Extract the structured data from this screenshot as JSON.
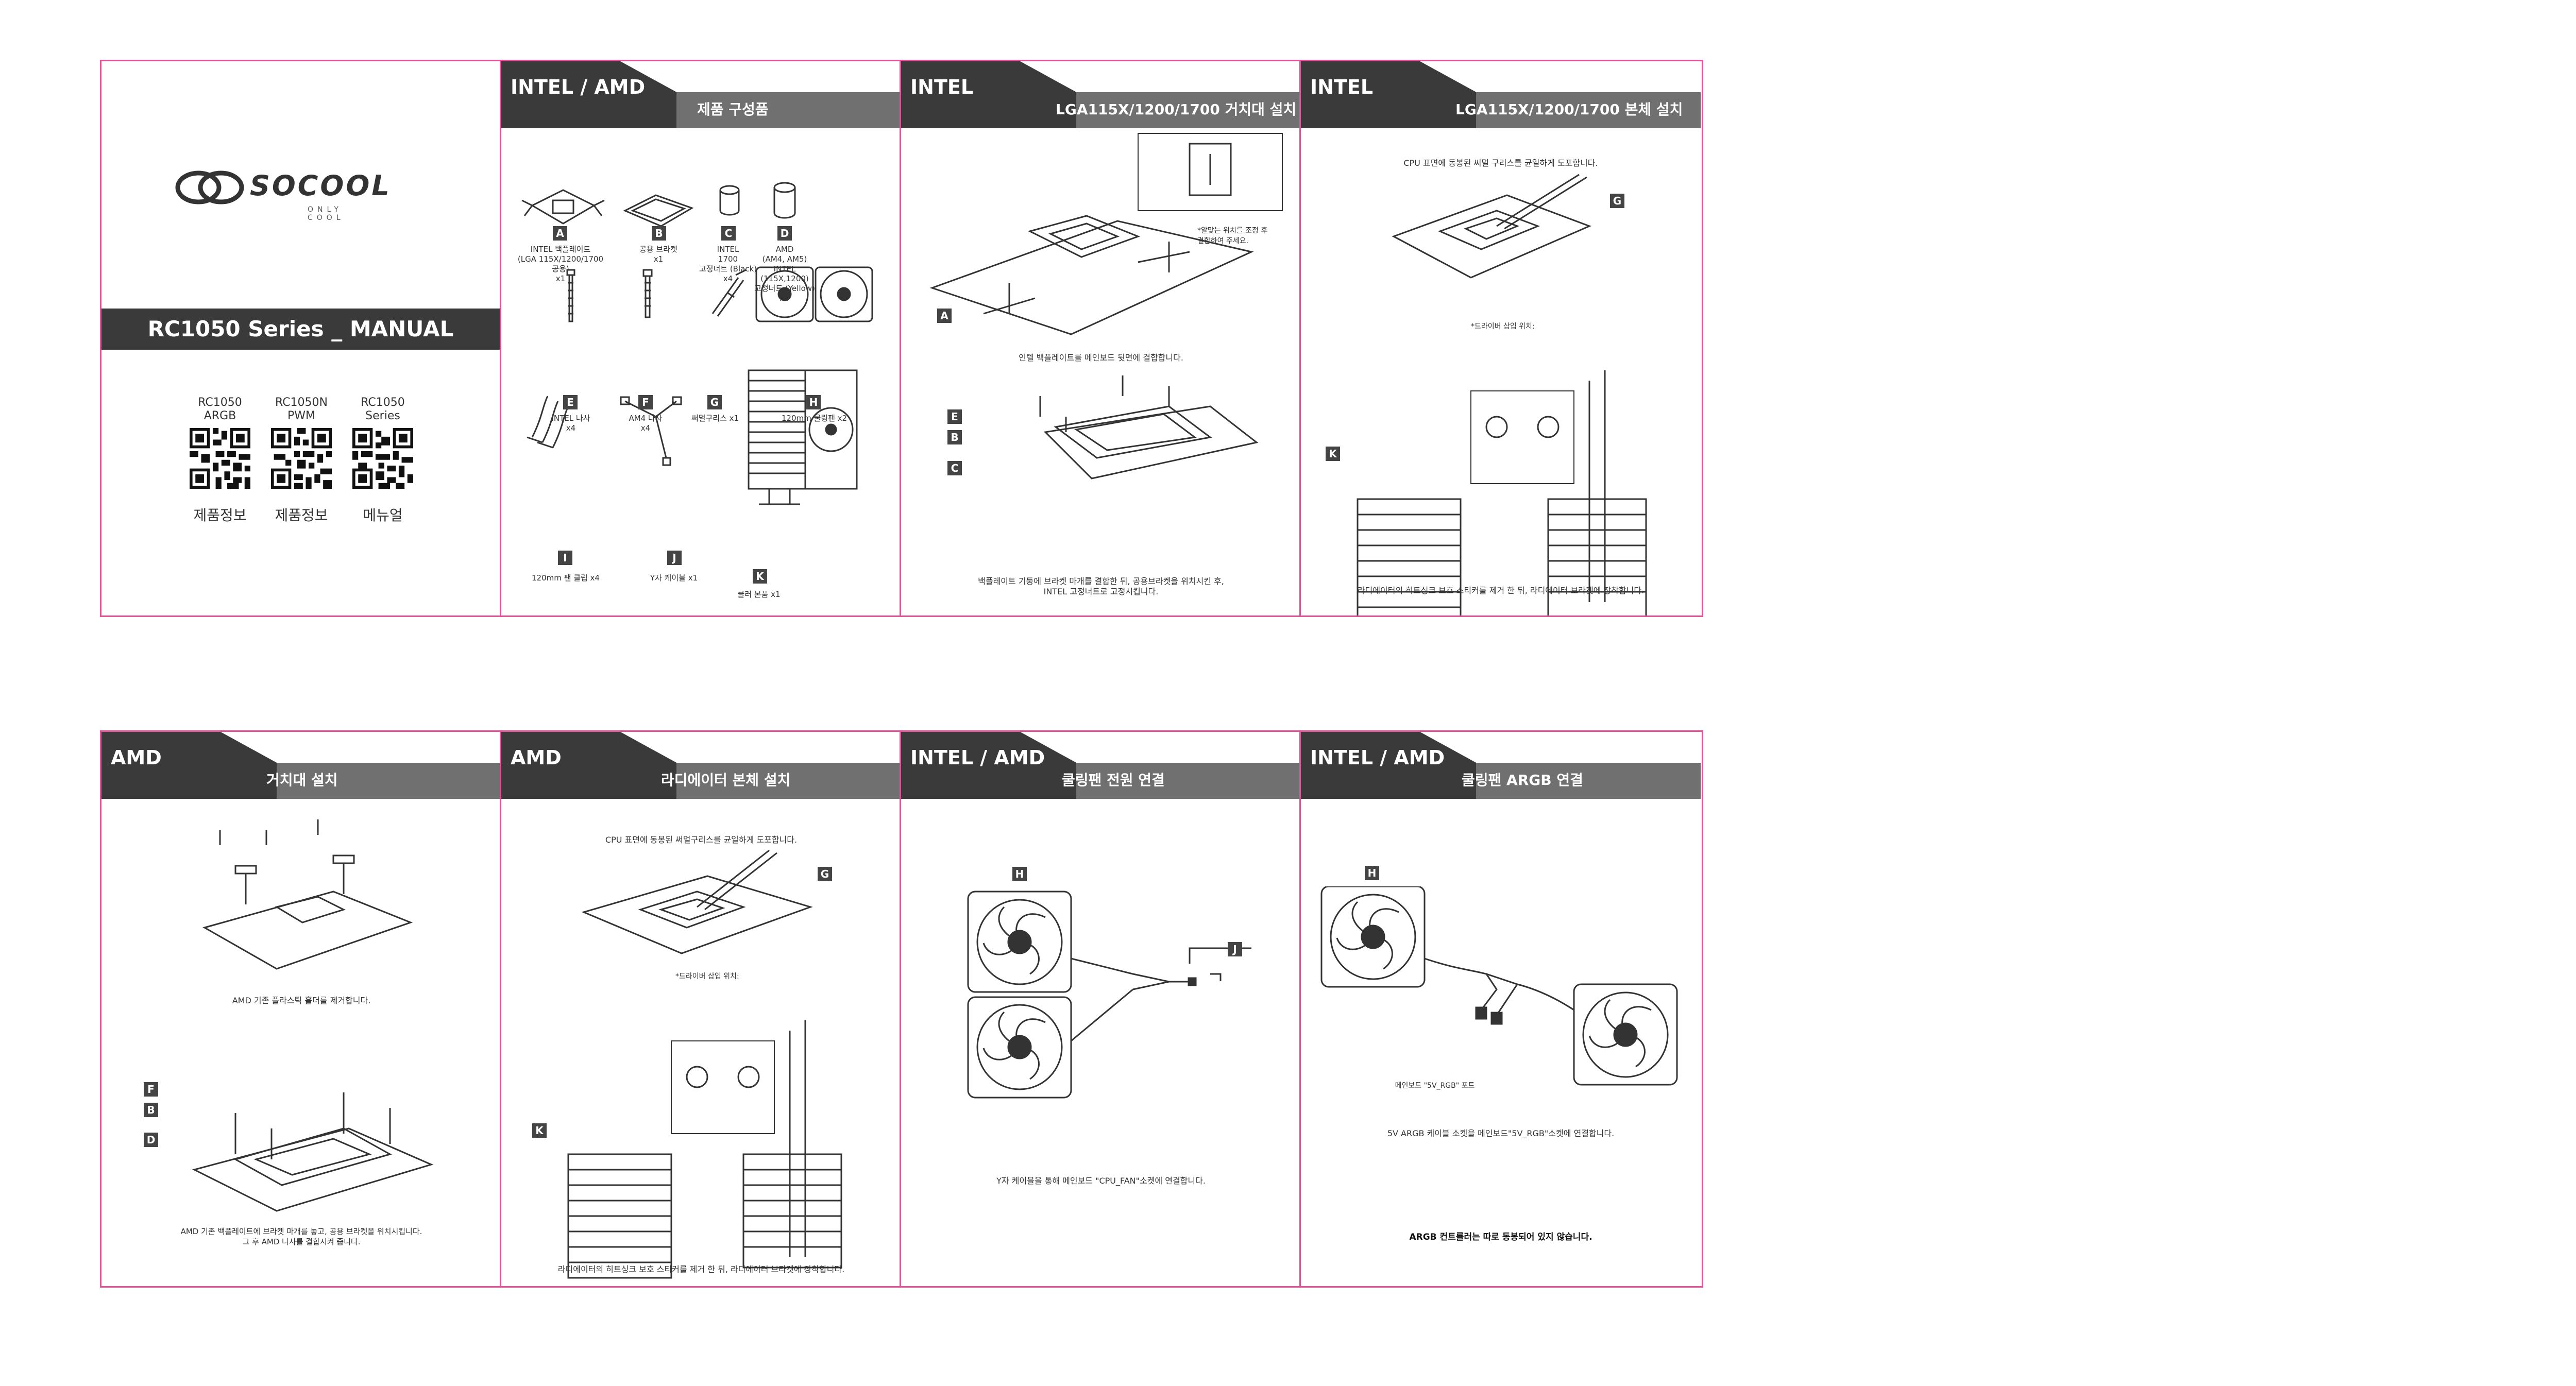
{
  "cover": {
    "brand": "SOCOOL",
    "tagline": "ONLY COOL",
    "manual_title": "RC1050 Series _ MANUAL",
    "qr": [
      {
        "line1": "RC1050",
        "line2": "ARGB",
        "caption": "제품정보"
      },
      {
        "line1": "RC1050N",
        "line2": "PWM",
        "caption": "제품정보"
      },
      {
        "line1": "RC1050",
        "line2": "Series",
        "caption": "메뉴얼"
      }
    ]
  },
  "components": {
    "tag": "INTEL / AMD",
    "title": "제품 구성품",
    "parts": [
      {
        "label": "A",
        "caption": "INTEL 백플레이트\n(LGA 115X/1200/1700 공용)\nx1"
      },
      {
        "label": "B",
        "caption": "공용 브라켓\nx1"
      },
      {
        "label": "C",
        "caption": "INTEL\n1700\n고정너트 (Black)\nx4"
      },
      {
        "label": "D",
        "caption": "AMD\n(AM4, AM5)\nINTEL\n(115X,1200)\n고정너트 (Yellow)\nx4"
      },
      {
        "label": "E",
        "caption": "INTEL 나사\nx4"
      },
      {
        "label": "F",
        "caption": "AM4 나사\nx4"
      },
      {
        "label": "G",
        "caption": "써멀구리스 x1"
      },
      {
        "label": "H",
        "caption": "120mm 쿨링팬 x2"
      },
      {
        "label": "I",
        "caption": "120mm 팬 클립 x4"
      },
      {
        "label": "J",
        "caption": "Y자 케이블 x1"
      },
      {
        "label": "K",
        "caption": "쿨러 본품 x1"
      }
    ]
  },
  "intel_mount": {
    "tag": "INTEL",
    "title": "LGA115X/1200/1700 거치대 설치",
    "note_adjust": "*알맞는 위치를 조정 후\n결합하여 주세요.",
    "step1": "인텔 백플레이트를 메인보드 뒷면에 결합합니다.",
    "step2": "백플레이트 기둥에 브라켓 마개를 결합한 뒤, 공용브라켓을 위치시킨 후,\nINTEL 고정너트로 고정시킵니다."
  },
  "intel_body": {
    "tag": "INTEL",
    "title": "LGA115X/1200/1700 본체 설치",
    "step1": "CPU 표면에 동봉된 써멀 구리스를 균일하게 도포합니다.",
    "driver_note": "*드라이버 삽입 위치:",
    "step2": "라디에이터의 히트싱크 보호 스티커를 제거 한 뒤, 라디에이터 브라켓에 장착합니다."
  },
  "amd_mount": {
    "tag": "AMD",
    "title": "거치대 설치",
    "step1": "AMD 기존 플라스틱 홀더를 제거합니다.",
    "step2": "AMD 기존 백플레이트에 브라켓 마개를 놓고, 공용 브라켓을 위치시킵니다.\n그 후 AMD 나사를 결합시켜 줍니다."
  },
  "amd_body": {
    "tag": "AMD",
    "title": "라디에이터 본체 설치",
    "step1": "CPU 표면에 동봉된 써멀구리스를 균일하게 도포합니다.",
    "driver_note": "*드라이버 삽입 위치:",
    "step2": "라디에이터의 히트싱크 보호 스티커를 제거 한 뒤, 라디에이터 브라켓에 장착합니다."
  },
  "fan_power": {
    "tag": "INTEL / AMD",
    "title": "쿨링팬 전원 연결",
    "step1": "Y자 케이블을 통해 메인보드 \"CPU_FAN\"소켓에 연결합니다."
  },
  "fan_argb": {
    "tag": "INTEL / AMD",
    "title": "쿨링팬 ARGB 연결",
    "port_note": "메인보드 \"5V_RGB\" 포트",
    "step1": "5V ARGB 케이블 소켓을 메인보드\"5V_RGB\"소켓에 연결합니다.",
    "warning": "ARGB 컨트롤러는 따로 동봉되어 있지 않습니다."
  }
}
